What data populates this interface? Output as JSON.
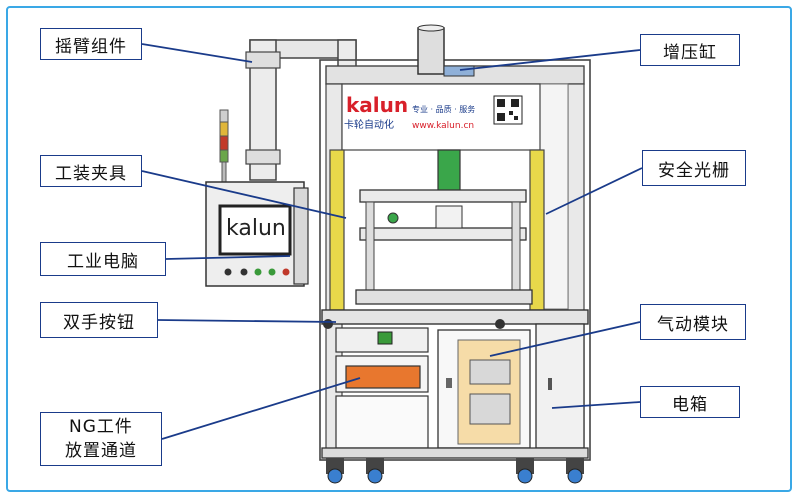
{
  "labels": {
    "rocker_arm": "摇臂组件",
    "fixture": "工装夹具",
    "industrial_pc": "工业电脑",
    "two_hand_button": "双手按钮",
    "ng_channel_line1": "NG工件",
    "ng_channel_line2": "放置通道",
    "booster_cylinder": "增压缸",
    "safety_light_curtain": "安全光栅",
    "pneumatic_module": "气动模块",
    "electric_box": "电箱"
  },
  "branding": {
    "logo_text": "kalun",
    "logo_cn": "卡轮自动化",
    "slogan": "专业 · 品质 · 服务",
    "website": "www.kalun.cn"
  },
  "screen_text": "kalun",
  "colors": {
    "frame_border": "#3aa8e6",
    "callout_border": "#1a3b8a",
    "leader_line": "#1a3b8a",
    "logo_red": "#d8202a",
    "curtain_yellow": "#e8d84a",
    "ng_tray_orange": "#e8772e"
  }
}
